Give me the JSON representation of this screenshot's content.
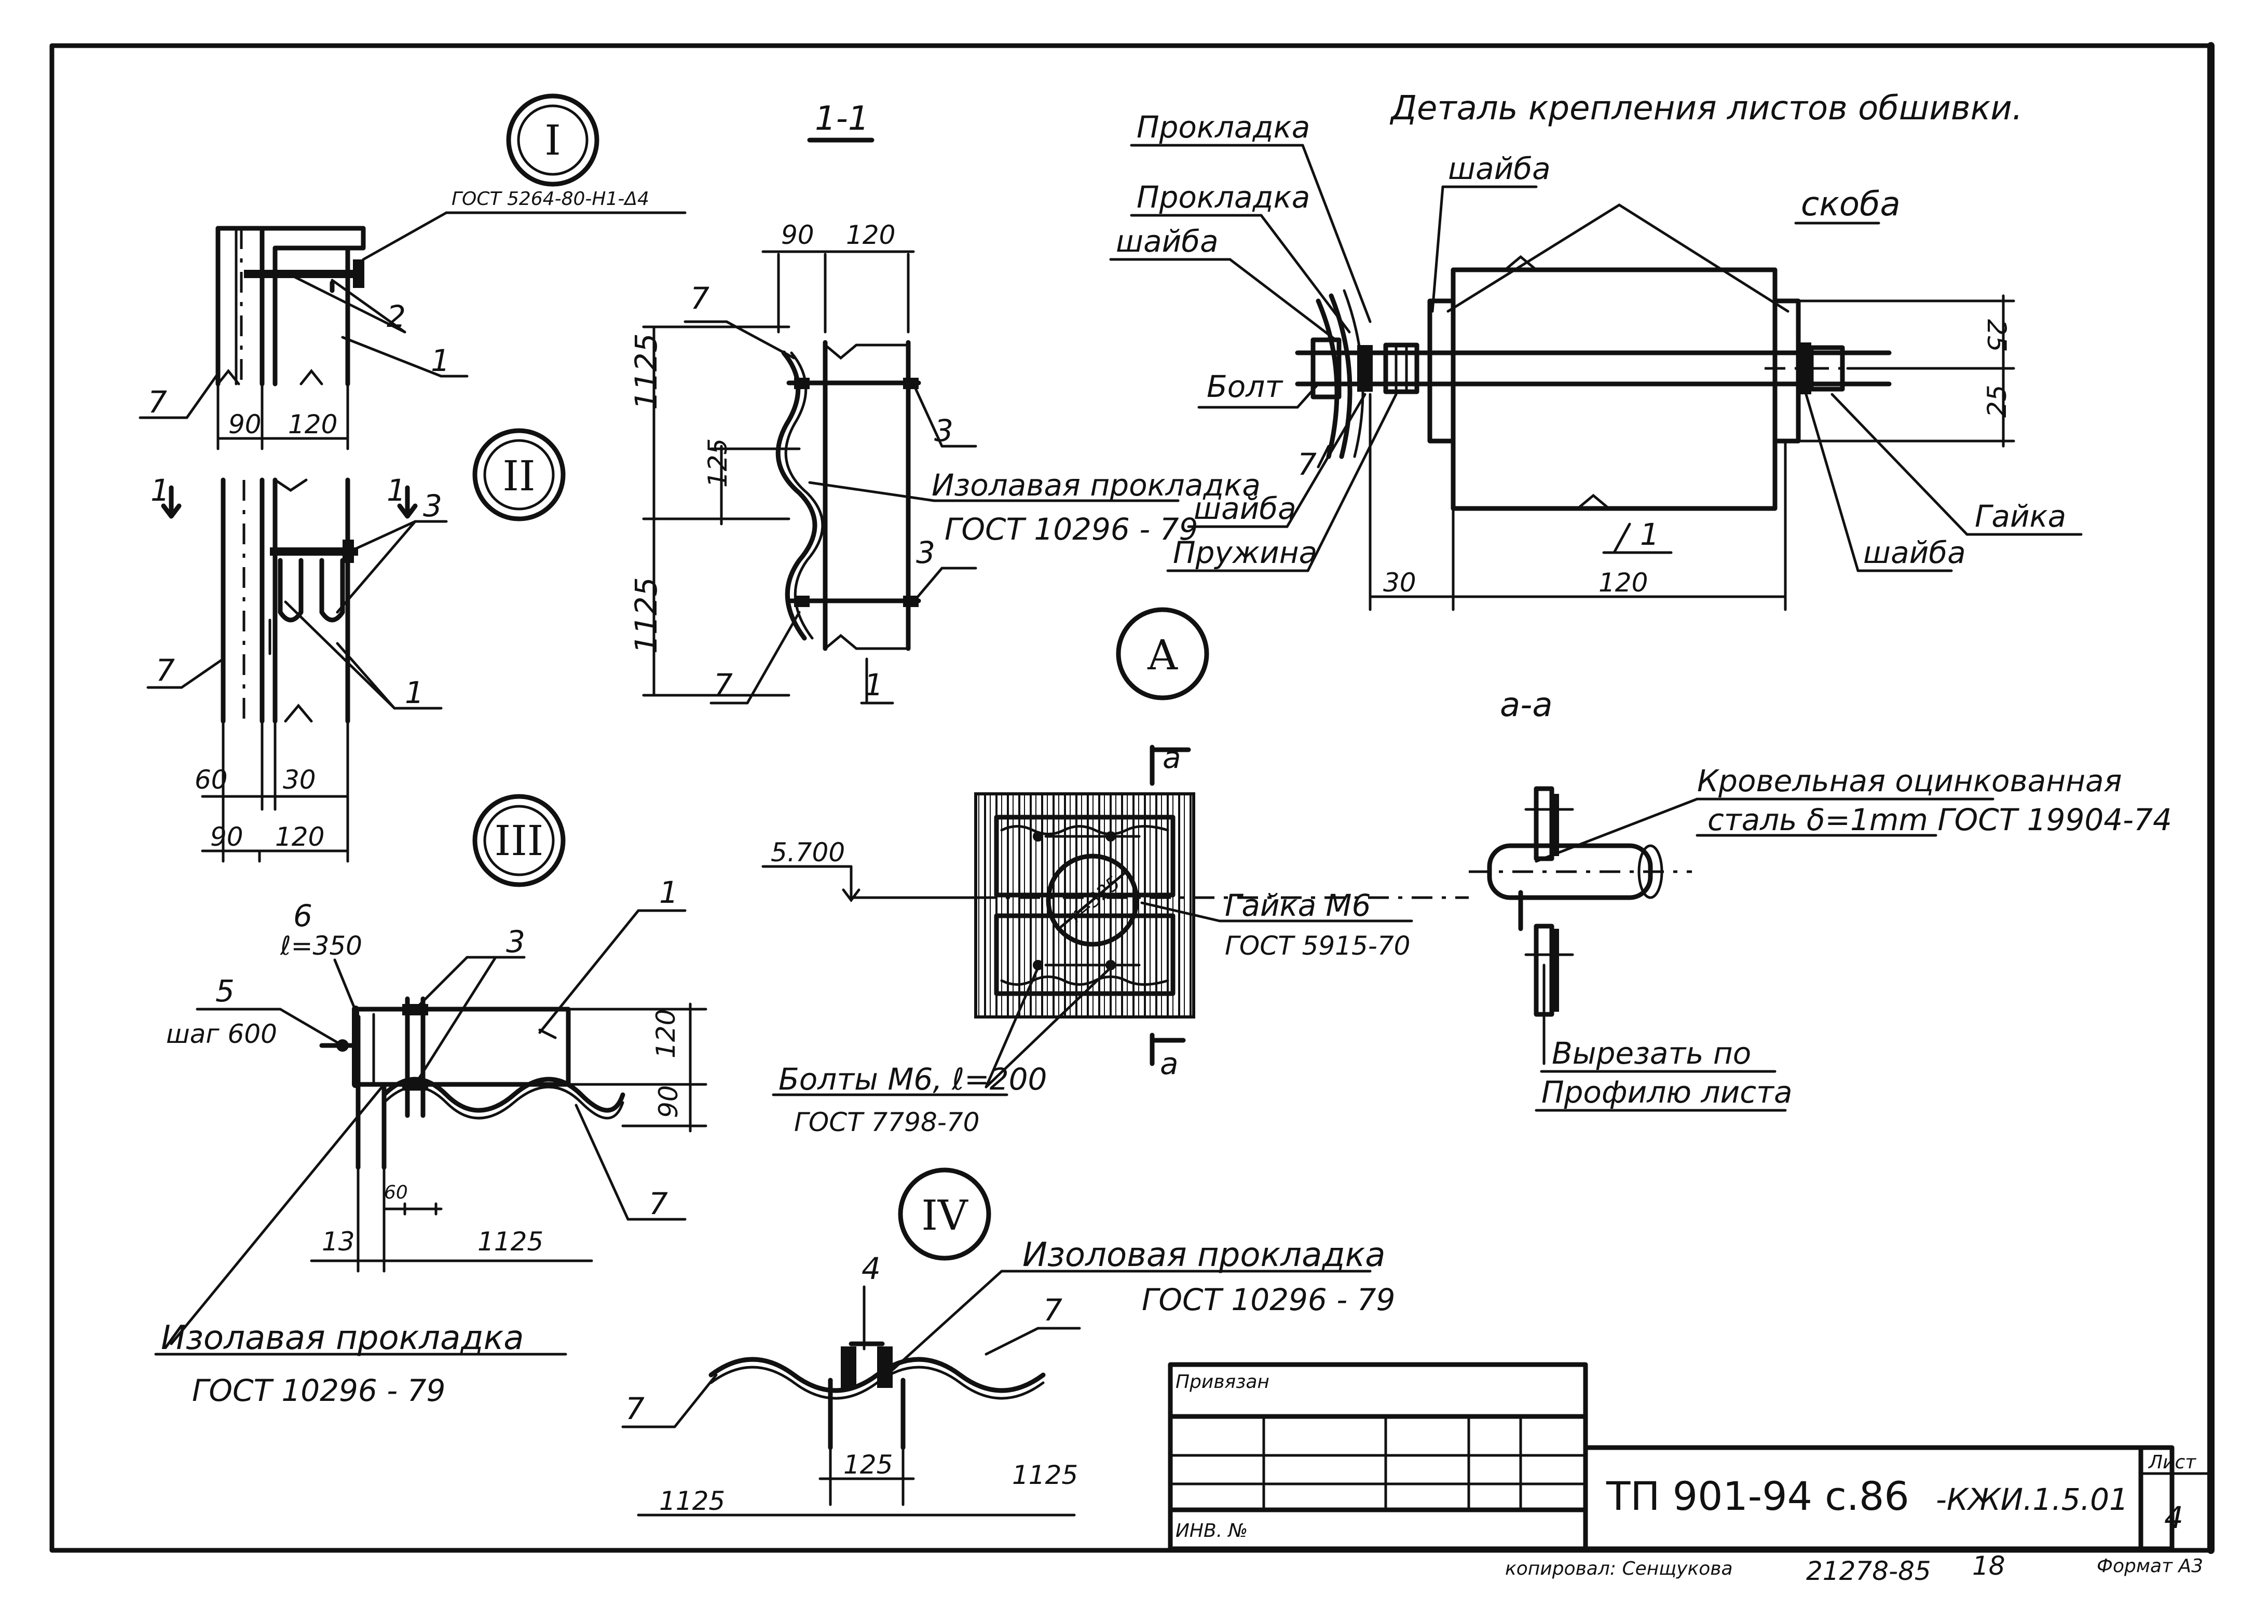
{
  "views": {
    "I": {
      "title": "I",
      "note": "ГОСТ 5264-80-Н1-Δ4",
      "dims": [
        "90",
        "120"
      ],
      "items": [
        "2",
        "1",
        "7"
      ]
    },
    "II": {
      "title": "II",
      "cut": "1",
      "cut2": "1",
      "dims": [
        "60",
        "30",
        "90",
        "120"
      ],
      "items": [
        "3",
        "7",
        "1"
      ]
    },
    "III": {
      "title": "III",
      "p6": "6",
      "p6b": "ℓ=350",
      "p5": "5",
      "p5b": "шаг 600",
      "items": [
        "3",
        "1",
        "7"
      ],
      "dims": [
        "120",
        "90",
        "60",
        "13",
        "1125"
      ],
      "note1": "Изолавая прокладка",
      "note2": "ГОСТ 10296 - 79"
    },
    "IV": {
      "title": "IV",
      "item4": "4",
      "note1": "Изоловая прокладка",
      "note2": "ГОСТ 10296 - 79",
      "items": [
        "7",
        "7"
      ],
      "dims": [
        "125",
        "1125",
        "1125"
      ]
    },
    "section11": {
      "title": "1-1",
      "dims": [
        "90",
        "120",
        "1125",
        "125",
        "1125"
      ],
      "items": [
        "7",
        "3",
        "3",
        "7",
        "1"
      ],
      "note1": "Изолавая прокладка",
      "note2": "ГОСТ 10296 - 79"
    },
    "detail": {
      "title": "Деталь крепления листов обшивки.",
      "labels": [
        "Прокладка",
        "Прокладка",
        "шайба",
        "шайба",
        "скоба",
        "Болт",
        "7",
        "шайба",
        "Пружина",
        "Гайка",
        "шайба",
        "1"
      ],
      "dims": [
        "25",
        "25",
        "30",
        "120"
      ]
    },
    "A": {
      "title": "A",
      "level": "5.700",
      "r": "r=325",
      "cut": "а",
      "nut1": "Гайка М6",
      "nut2": "ГОСТ 5915-70",
      "bolt1": "Болты М6, ℓ=200",
      "bolt2": "ГОСТ 7798-70"
    },
    "aa": {
      "title": "а-а",
      "roof1": "Кровельная оцинкованная",
      "roof2": "сталь δ=1mm ГОСТ 19904-74",
      "cutout1": "Вырезать по",
      "cutout2": "Профилю листа"
    }
  },
  "stamp": {
    "privyazan": "Привязан",
    "inv": "ИНВ. №",
    "code": "ТП 901-94 с.86",
    "sheet_code": "-КЖИ.1.5.01",
    "sheet_label": "Лист",
    "sheet_no": "4",
    "copied": "копировал: Сенщукова",
    "order": "21278-85",
    "n18": "18",
    "format": "Формат А3"
  }
}
